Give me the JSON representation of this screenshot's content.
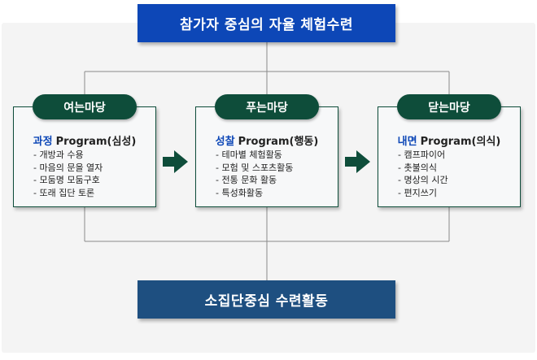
{
  "title": "참가자 중심의 자율 체험수련",
  "bottom": "소집단중심 수련활동",
  "colors": {
    "title_bg": "#0d47b7",
    "bottom_bg": "#1e4f80",
    "stage_green": "#0e4d3a",
    "keyword_blue": "#0d47b7"
  },
  "stages": [
    {
      "label": "여는마당",
      "keyword": "과정",
      "program": "Program(심성)",
      "items": [
        "개방과 수용",
        "마음의 문을 열자",
        "모둠명 모둠구호",
        "또래 집단 토론"
      ]
    },
    {
      "label": "푸는마당",
      "keyword": "성찰",
      "program": "Program(행동)",
      "items": [
        "테마별 체험활동",
        "모험 및 스포츠활동",
        "전통 문화 활동",
        "특성화활동"
      ]
    },
    {
      "label": "닫는마당",
      "keyword": "내면",
      "program": "Program(의식)",
      "items": [
        "캠프파이어",
        "촛불의식",
        "명상의 시간",
        "편지쓰기"
      ]
    }
  ]
}
